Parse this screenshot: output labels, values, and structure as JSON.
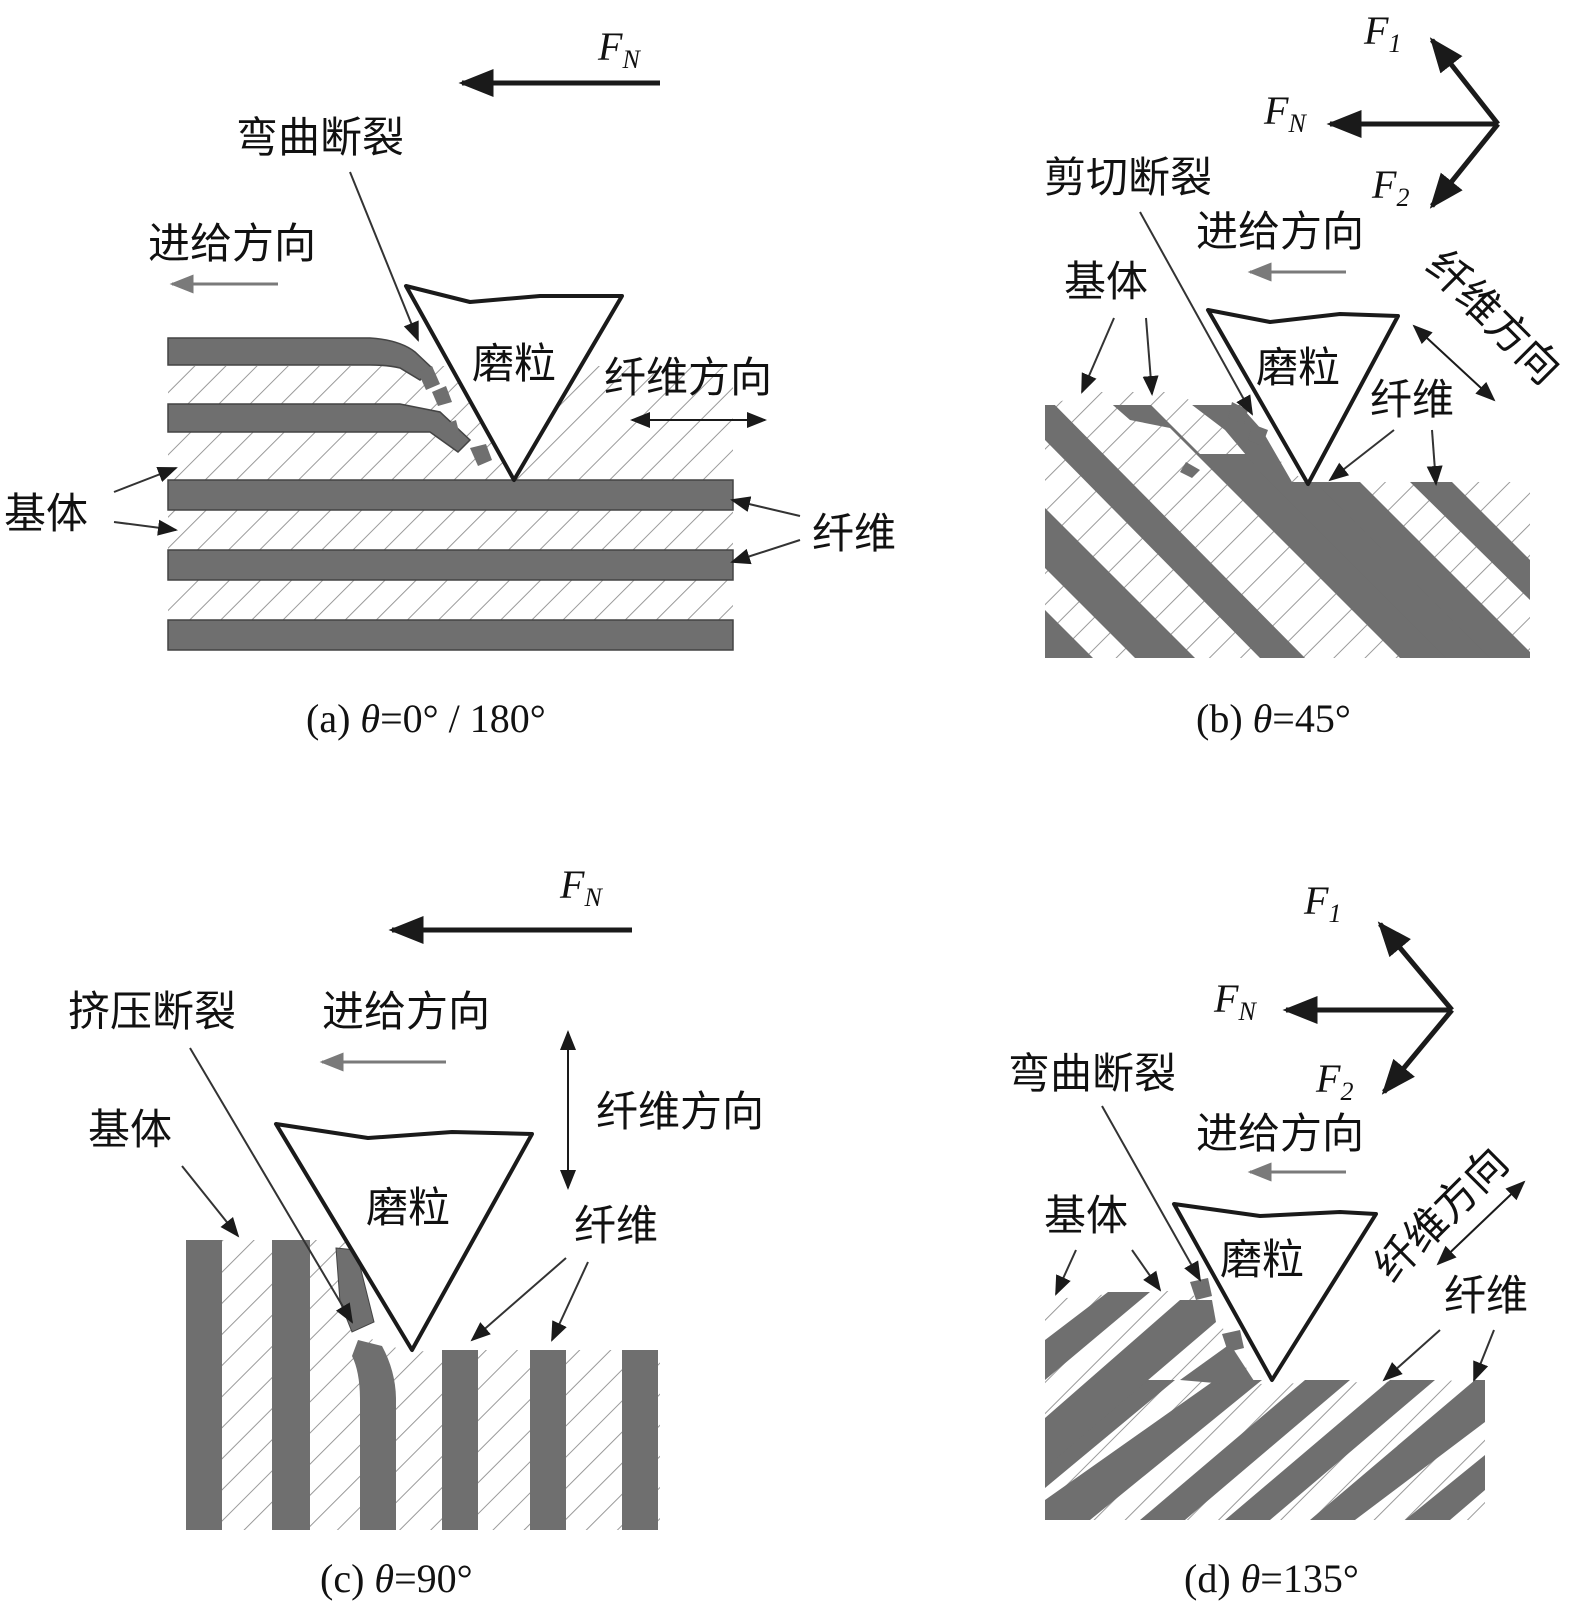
{
  "colors": {
    "fiber": "#6f6f6f",
    "hatch": "#9a9a9a",
    "outline": "#1a1a1a",
    "feed_arrow": "#8a8a8a",
    "text": "#111111"
  },
  "panel_a": {
    "force": {
      "symbol": "F",
      "subscript": "N"
    },
    "fracture_label": "弯曲断裂",
    "feed_label": "进给方向",
    "grain_label": "磨粒",
    "fiber_dir_label": "纤维方向",
    "matrix_label": "基体",
    "fiber_label": "纤维",
    "caption": {
      "prefix": "(a) ",
      "theta": "θ",
      "value": "=0° / 180°"
    }
  },
  "panel_b": {
    "force_f1": {
      "symbol": "F",
      "subscript": "1"
    },
    "force_fn": {
      "symbol": "F",
      "subscript": "N"
    },
    "force_f2": {
      "symbol": "F",
      "subscript": "2"
    },
    "fracture_label": "剪切断裂",
    "feed_label": "进给方向",
    "matrix_label": "基体",
    "grain_label": "磨粒",
    "fiber_label": "纤维",
    "fiber_dir_label": "纤维方向",
    "caption": {
      "prefix": "(b) ",
      "theta": "θ",
      "value": "=45°"
    }
  },
  "panel_c": {
    "force": {
      "symbol": "F",
      "subscript": "N"
    },
    "fracture_label": "挤压断裂",
    "feed_label": "进给方向",
    "fiber_dir_label": "纤维方向",
    "matrix_label": "基体",
    "grain_label": "磨粒",
    "fiber_label": "纤维",
    "caption": {
      "prefix": "(c) ",
      "theta": "θ",
      "value": "=90°"
    }
  },
  "panel_d": {
    "force_f1": {
      "symbol": "F",
      "subscript": "1"
    },
    "force_fn": {
      "symbol": "F",
      "subscript": "N"
    },
    "force_f2": {
      "symbol": "F",
      "subscript": "2"
    },
    "fracture_label": "弯曲断裂",
    "feed_label": "进给方向",
    "fiber_dir_label": "纤维方向",
    "matrix_label": "基体",
    "grain_label": "磨粒",
    "fiber_label": "纤维",
    "caption": {
      "prefix": "(d) ",
      "theta": "θ",
      "value": "=135°"
    }
  }
}
